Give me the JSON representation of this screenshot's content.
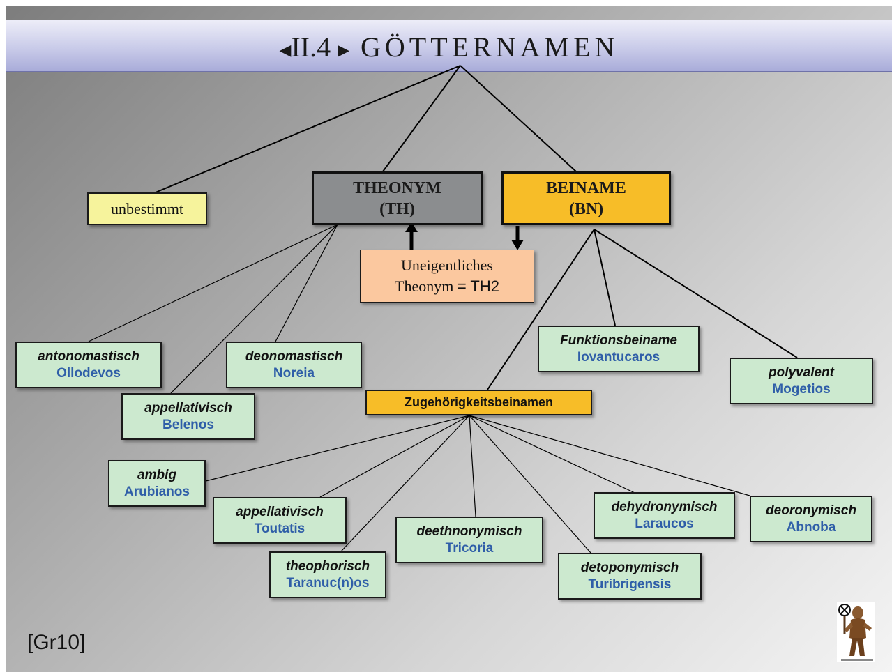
{
  "title": {
    "prefix_icon": "triangle-left-icon",
    "section": "II.4",
    "suffix_icon": "triangle-right-icon",
    "text": "GÖTTERNAMEN"
  },
  "nodes": {
    "unbestimmt": "unbestimmt",
    "theonym": {
      "line1": "THEONYM",
      "line2": "(TH)"
    },
    "beiname": {
      "line1": "BEINAME",
      "line2": "(BN)"
    },
    "uneigentlich": {
      "line1": "Uneigentliches",
      "line2a": "Theonym",
      "line2b": "= TH2"
    },
    "zugehoerig": "Zugehörigkeitsbeinamen"
  },
  "theonym_children": [
    {
      "type": "antonomastisch",
      "example": "Ollodevos"
    },
    {
      "type": "appellativisch",
      "example": "Belenos"
    },
    {
      "type": "deonomastisch",
      "example": "Noreia"
    }
  ],
  "beiname_children": [
    {
      "type": "Funktionsbeiname",
      "example": "Iovantucaros"
    },
    {
      "type": "polyvalent",
      "example": "Mogetios"
    }
  ],
  "zugehoerig_children": [
    {
      "type": "ambig",
      "example": "Arubianos"
    },
    {
      "type": "appellativisch",
      "example": "Toutatis"
    },
    {
      "type": "theophorisch",
      "example": "Taranuc(n)os"
    },
    {
      "type": "deethnonymisch",
      "example": "Tricoria"
    },
    {
      "type": "detoponymisch",
      "example": "Turibrigensis"
    },
    {
      "type": "dehydronymisch",
      "example": "Laraucos"
    },
    {
      "type": "deoronymisch",
      "example": "Abnoba"
    }
  ],
  "footer": {
    "citation": "[Gr10]",
    "logo": "celtic-figure-logo"
  }
}
